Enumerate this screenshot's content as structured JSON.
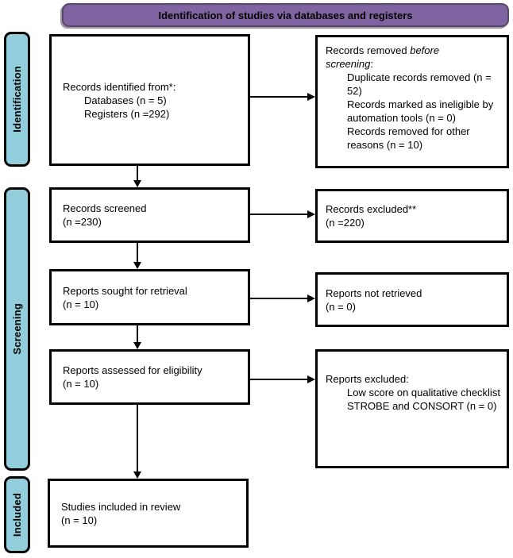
{
  "header": {
    "label": "Identification of studies via databases and registers"
  },
  "colors": {
    "purple": "#8064A2",
    "purple_border": "#57496B",
    "blue": "#92CDDC",
    "box_border": "#000000"
  },
  "sidebar": {
    "identification": {
      "label": "Identification"
    },
    "screening": {
      "label": "Screening"
    },
    "included": {
      "label": "Included"
    }
  },
  "boxes": {
    "identified": {
      "title": "Records identified from*:",
      "items": [
        "Databases (n = 5)",
        "Registers (n =292)"
      ]
    },
    "removed": {
      "line1_regular": "Records removed ",
      "line1_italic": "before",
      "line2_italic": "screening",
      "line2_suffix": ":",
      "items": [
        "Duplicate records removed (n = 52)",
        "Records marked as ineligible by automation tools (n = 0)",
        "Records removed for other reasons (n = 10)"
      ]
    },
    "screened": {
      "line1": "Records screened",
      "line2": "(n =230)"
    },
    "excluded": {
      "line1": "Records excluded**",
      "line2": "(n =220)"
    },
    "sought": {
      "line1": "Reports sought for retrieval",
      "line2": "(n = 10)"
    },
    "not_retrieved": {
      "line1": "Reports not retrieved",
      "line2": "(n = 0)"
    },
    "assessed": {
      "line1": "Reports assessed for eligibility",
      "line2": "(n = 10)"
    },
    "reports_excluded": {
      "title": "Reports excluded:",
      "items": [
        "Low score on qualitative checklist STROBE and CONSORT (n = 0)"
      ]
    },
    "included_review": {
      "line1": "Studies included in review",
      "line2": "(n = 10)"
    }
  }
}
